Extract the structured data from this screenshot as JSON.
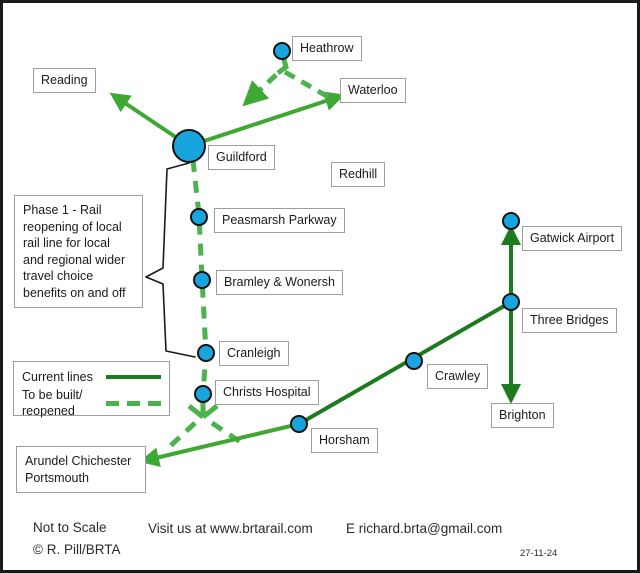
{
  "diagram": {
    "title_note": "Not to Scale",
    "copyright": "© R. Pill/BRTA",
    "website": "Visit us at www.brtarail.com",
    "email": "E richard.brta@gmail.com",
    "date": "27-11-24",
    "colors": {
      "existing_line": "#1e7a1e",
      "proposed_line": "#4cb24c",
      "node_fill": "#18a5dd",
      "node_stroke": "#111111",
      "border": "#1a1a1a"
    }
  },
  "stations": [
    {
      "id": "guildford",
      "label": "Guildford",
      "type": "interchange"
    },
    {
      "id": "heathrow",
      "label": "Heathrow",
      "type": "station"
    },
    {
      "id": "peasmarsh",
      "label": "Peasmarsh Parkway",
      "type": "station"
    },
    {
      "id": "bramley",
      "label": "Bramley & Wonersh",
      "type": "station"
    },
    {
      "id": "cranleigh",
      "label": "Cranleigh",
      "type": "station"
    },
    {
      "id": "christs_hospital",
      "label": "Christs Hospital",
      "type": "station"
    },
    {
      "id": "horsham",
      "label": "Horsham",
      "type": "station"
    },
    {
      "id": "crawley",
      "label": "Crawley",
      "type": "station"
    },
    {
      "id": "three_bridges",
      "label": "Three Bridges",
      "type": "station"
    },
    {
      "id": "gatwick",
      "label": "Gatwick Airport",
      "type": "station"
    }
  ],
  "destinations": [
    {
      "id": "reading",
      "label": "Reading"
    },
    {
      "id": "waterloo",
      "label": "Waterloo"
    },
    {
      "id": "redhill",
      "label": "Redhill"
    },
    {
      "id": "brighton",
      "label": "Brighton"
    },
    {
      "id": "arundel",
      "label": "Arundel Chichester\nPortsmouth"
    }
  ],
  "annotation": {
    "phase1": "Phase 1 - Rail\nreopening of local\nrail line for local\nand regional wider\ntravel choice\nbenefits on and off"
  },
  "legend": {
    "title": "",
    "items": [
      {
        "label": "Current lines",
        "style": "solid"
      },
      {
        "label": "To be built/\nreopened",
        "style": "dashed"
      }
    ]
  }
}
